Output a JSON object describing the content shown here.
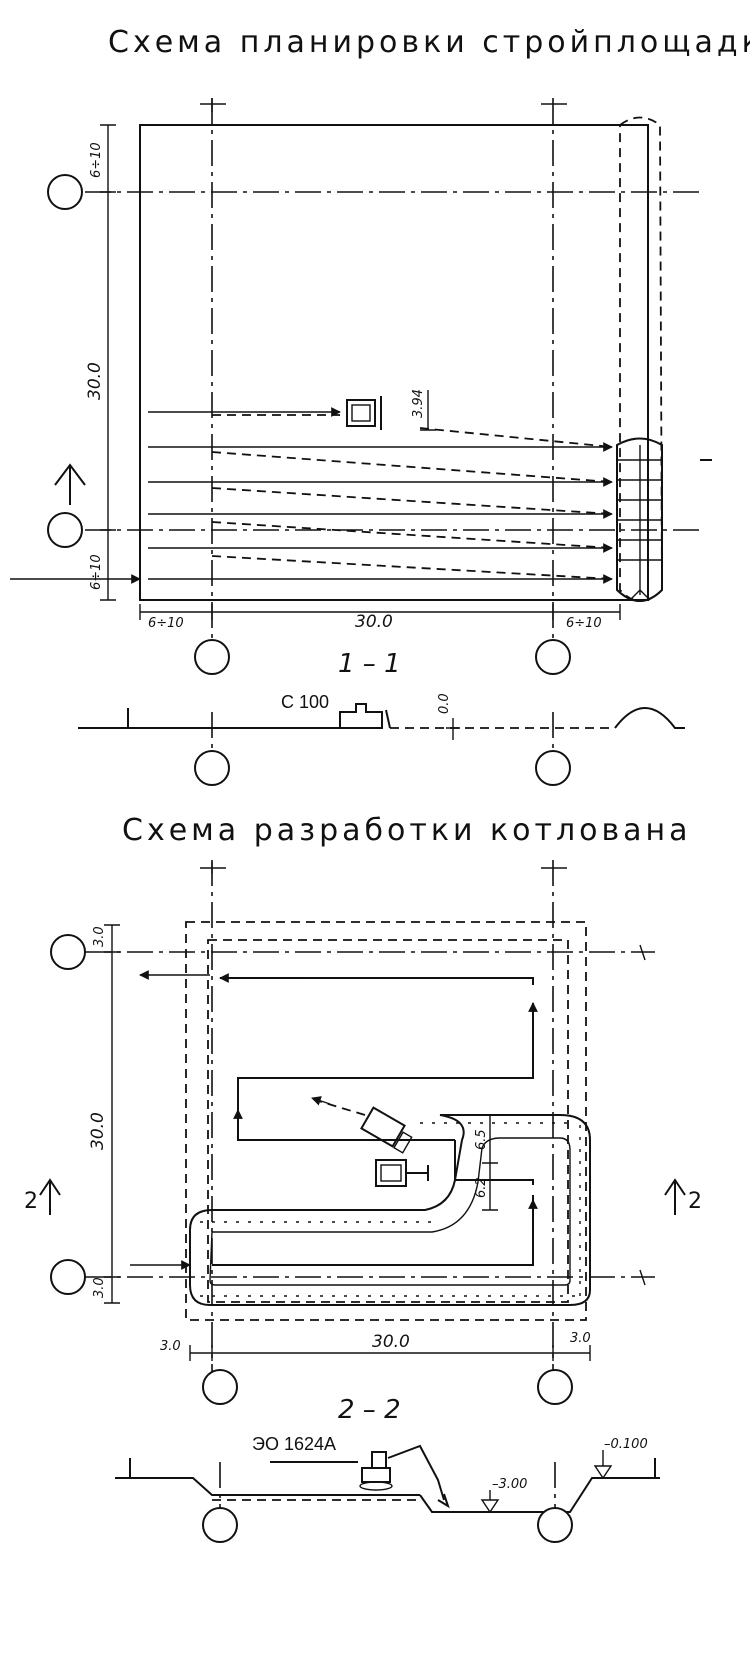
{
  "planning": {
    "title": "Схема планировки стройплощадки",
    "dim_side": "30.0",
    "dim_bottom": "30.0",
    "dim_top_ext": "6÷10",
    "dim_bot_ext": "6÷10",
    "dim_left_ext": "6÷10",
    "dim_right_ext": "6÷10",
    "dim_bull": "3.94"
  },
  "section1": {
    "label": "1 – 1",
    "machine": "С 100",
    "level": "0.0"
  },
  "excavation": {
    "title": "Схема разработки котлована",
    "dim_side": "30.0",
    "dim_bottom": "30.0",
    "dim_top": "3.0",
    "dim_bot_left": "3.0",
    "dim_left": "3.0",
    "dim_right": "3.0",
    "dim_a": "6.5",
    "dim_b": "6.2",
    "cut_mark": "2"
  },
  "section2": {
    "label": "2 – 2",
    "machine": "ЭО 1624А",
    "level_bottom": "–3.00",
    "level_top": "–0.100"
  }
}
